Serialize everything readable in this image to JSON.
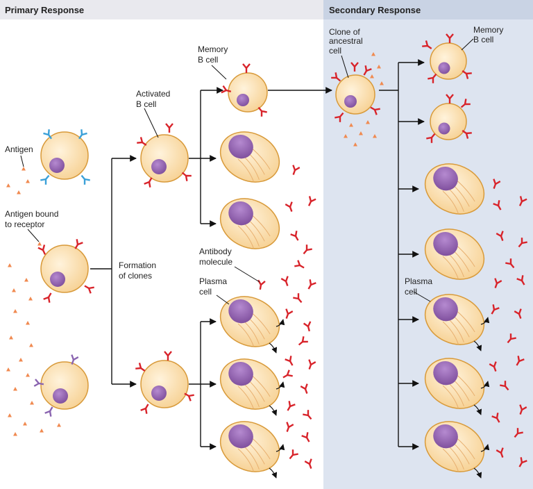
{
  "headers": {
    "primary": "Primary Response",
    "secondary": "Secondary Response"
  },
  "labels": {
    "antigen": "Antigen",
    "antigen_bound_line1": "Antigen bound",
    "antigen_bound_line2": "to receptor",
    "activated_line1": "Activated",
    "activated_line2": "B cell",
    "memory_line1": "Memory",
    "memory_line2": "B cell",
    "formation_line1": "Formation",
    "formation_line2": "of clones",
    "antibody_line1": "Antibody",
    "antibody_line2": "molecule",
    "plasma_line1": "Plasma",
    "plasma_line2": "cell",
    "clone_line1": "Clone of",
    "clone_line2": "ancestral",
    "clone_line3": "cell",
    "memory2_line1": "Memory",
    "memory2_line2": "B cell",
    "plasma2_line1": "Plasma",
    "plasma2_line2": "cell"
  },
  "colors": {
    "secondary_panel": "#dde4f0",
    "primary_header_bg": "#e9e9ee",
    "secondary_header_bg": "#c9d3e4",
    "cell_fill": "#fbe3bd",
    "cell_stroke": "#d89a3a",
    "nucleus": "#9b6bb3",
    "antibody_red": "#d8232a",
    "receptor_blue": "#3aa0d8",
    "receptor_purple": "#8a64b0",
    "antigen_orange": "#f08a50"
  }
}
